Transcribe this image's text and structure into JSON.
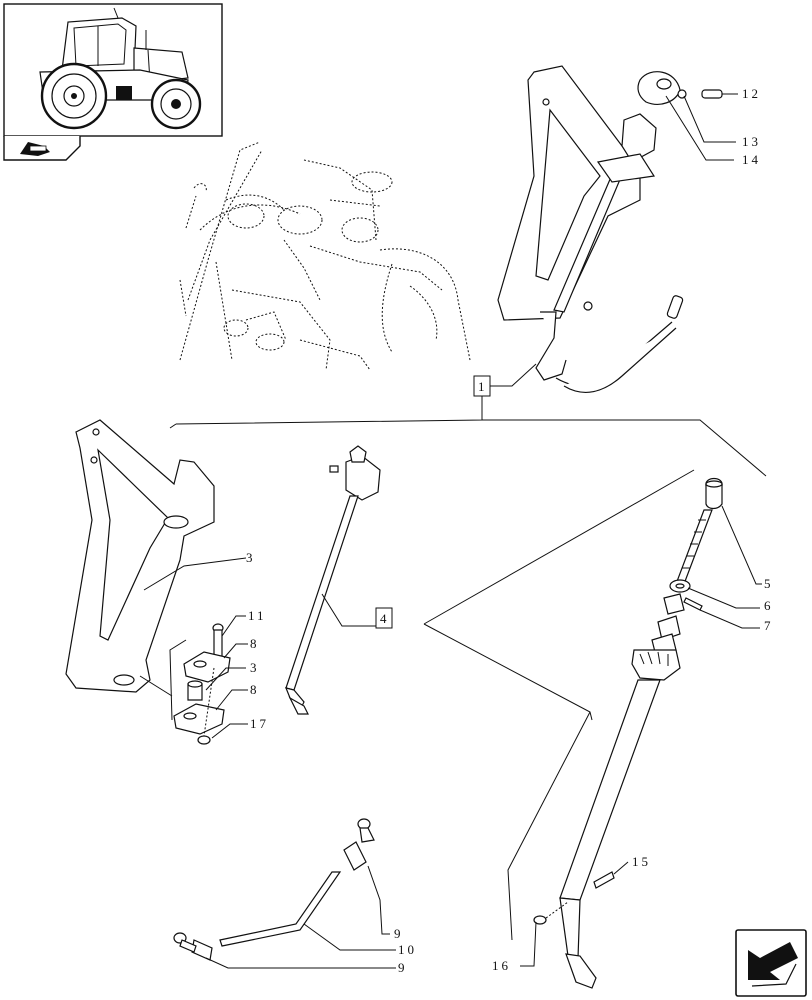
{
  "figure": {
    "callouts": {
      "c1": "1",
      "c4": "4",
      "c3a": "3",
      "c3b": "3",
      "c11": "11",
      "c8a": "8",
      "c8b": "8",
      "c17": "17",
      "c5": "5",
      "c6": "6",
      "c7": "7",
      "c12": "12",
      "c13": "13",
      "c14": "14",
      "c15": "15",
      "c16": "16",
      "c9a": "9",
      "c9b": "9",
      "c10": "10"
    }
  },
  "icons": {
    "thumbnail": "tractor-thumbnail-icon",
    "group": "parts-group-icon",
    "next": "next-page-arrow-icon"
  }
}
